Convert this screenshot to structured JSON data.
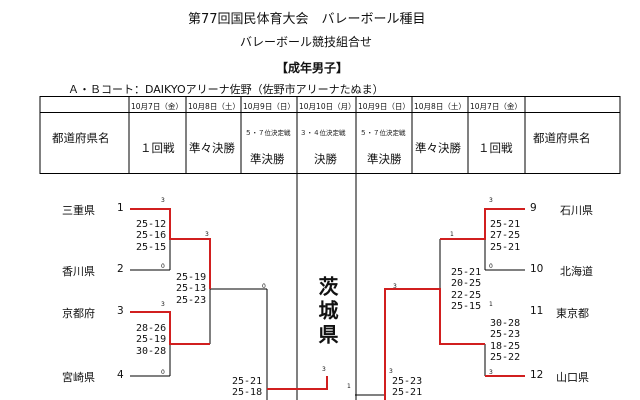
{
  "title": "第77回国民体育大会　バレーボール種目",
  "subtitle": "バレーボール競技組合せ",
  "category": "【成年男子】",
  "court": "Ａ・Ｂコート：DAIKYOアリーナ佐野（佐野市アリーナたぬま）",
  "header": {
    "dates": [
      "10月7日（金）",
      "10月8日（土）",
      "10月9日（日）",
      "10月10日（月）",
      "10月9日（日）",
      "10月8日（土）",
      "10月7日（金）"
    ],
    "small_labels": [
      "５・７位決定戦",
      "３・４位決定戦",
      "５・７位決定戦"
    ],
    "left_pref": "都道府県名",
    "right_pref": "都道府県名",
    "rounds": [
      "１回戦",
      "準々決勝",
      "準決勝",
      "決勝",
      "準決勝",
      "準々決勝",
      "１回戦"
    ]
  },
  "center_host": "茨城県",
  "left": {
    "teams": [
      {
        "name": "三重県",
        "seed": "1"
      },
      {
        "name": "香川県",
        "seed": "2"
      },
      {
        "name": "京都府",
        "seed": "3"
      },
      {
        "name": "宮崎県",
        "seed": "4"
      }
    ],
    "match1_scores": [
      "25-12",
      "25-16",
      "25-15"
    ],
    "match1_sets": [
      "3",
      "0"
    ],
    "match2_scores": [
      "28-26",
      "25-19",
      "30-28"
    ],
    "match2_sets": [
      "3",
      "0"
    ],
    "qf_scores": [
      "25-19",
      "25-13",
      "25-23"
    ],
    "qf_sets": [
      "3",
      "0"
    ],
    "sf_scores": [
      "25-21",
      "25-18"
    ],
    "sf_set": "3"
  },
  "right": {
    "teams": [
      {
        "name": "石川県",
        "seed": "9"
      },
      {
        "name": "北海道",
        "seed": "10"
      },
      {
        "name": "東京都",
        "seed": "11"
      },
      {
        "name": "山口県",
        "seed": "12"
      }
    ],
    "match1_scores": [
      "25-21",
      "27-25",
      "25-21"
    ],
    "match1_sets": [
      "3",
      "0"
    ],
    "match2_scores": [
      "30-28",
      "25-23",
      "18-25",
      "25-22"
    ],
    "match2_sets": [
      "1",
      "3"
    ],
    "qf_scores": [
      "25-21",
      "20-25",
      "22-25",
      "25-15"
    ],
    "qf_sets": [
      "1",
      "3"
    ],
    "sf_scores": [
      "25-23",
      "25-21"
    ],
    "sf_sets": [
      "3",
      "1"
    ]
  }
}
